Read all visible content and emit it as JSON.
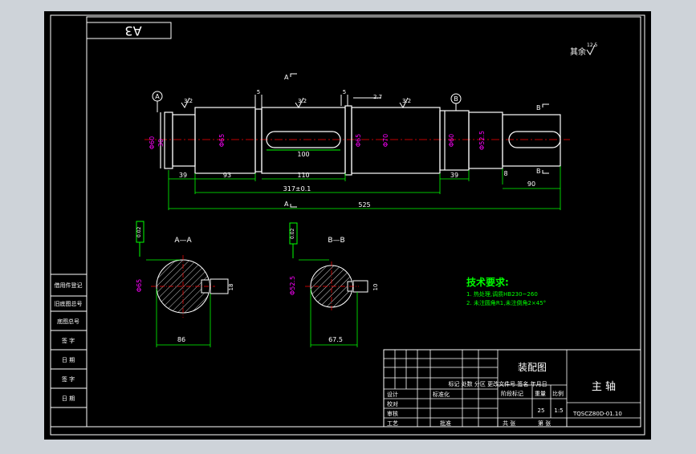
{
  "colors": {
    "background": "#000000",
    "viewport_bg": "#ced3d9",
    "outline": "#ffffff",
    "dimension": "#00ff00",
    "diameter_text": "#ff00ff",
    "center_line": "#ff0000"
  },
  "drawing": {
    "sheet_size": "A3",
    "roughness_note": "其余",
    "roughness_value": "12.5",
    "section_marks": {
      "a_top": "A",
      "a_bottom": "A",
      "b_top": "B",
      "b_bottom": "B"
    },
    "datums": {
      "a": "A",
      "b": "B",
      "flat_a": "0.02",
      "flat_b": "0.02"
    },
    "shaft": {
      "diameters": [
        "Φ60",
        "30",
        "Φ65",
        "Φ65",
        "Φ70",
        "Φ60",
        "Φ52.5"
      ],
      "roughness": [
        "3.2",
        "3.2",
        "3.2"
      ],
      "keyway_widths": [
        "5",
        "5"
      ],
      "groove_depth": "2.7",
      "keyway_lengths": [
        "100"
      ],
      "dims_row1": [
        "39",
        "93",
        "110",
        "39",
        "8",
        "90"
      ],
      "dim_317": "317±0.1",
      "dim_total": "525"
    },
    "sections": {
      "a": {
        "title": "A—A",
        "diameter": "Φ65",
        "width": "86",
        "key_width": "18",
        "tol": "0.02"
      },
      "b": {
        "title": "B—B",
        "diameter": "Φ52.5",
        "width": "67.5",
        "key_width": "10",
        "tol": "0.02"
      }
    },
    "tech": {
      "title": "技术要求:",
      "items": [
        "1. 热处理,调质HB230~260",
        "2. 未注圆角R1,未注倒角2×45°"
      ]
    },
    "left_strip": [
      "借用件登记",
      "旧底图总号",
      "底图总号",
      "签  字",
      "日  期",
      "签  字",
      "日  期"
    ],
    "title_block": {
      "assembly_label": "装配图",
      "part_name": "主 轴",
      "code": "TQSCZ80D-01.10",
      "history_headers": "标记 处数 分区 更改文件号 签名 年月日",
      "roles": [
        "设计",
        "校对",
        "审核",
        "工艺"
      ],
      "standardize": "标准化",
      "approve": "批准",
      "stage_label": "阶段标记",
      "weight_label": "重量",
      "scale_label": "比例",
      "weight_value": "25",
      "scale_value": "1:5",
      "sheets_total": "共   张",
      "sheet_no": "第   张"
    }
  }
}
